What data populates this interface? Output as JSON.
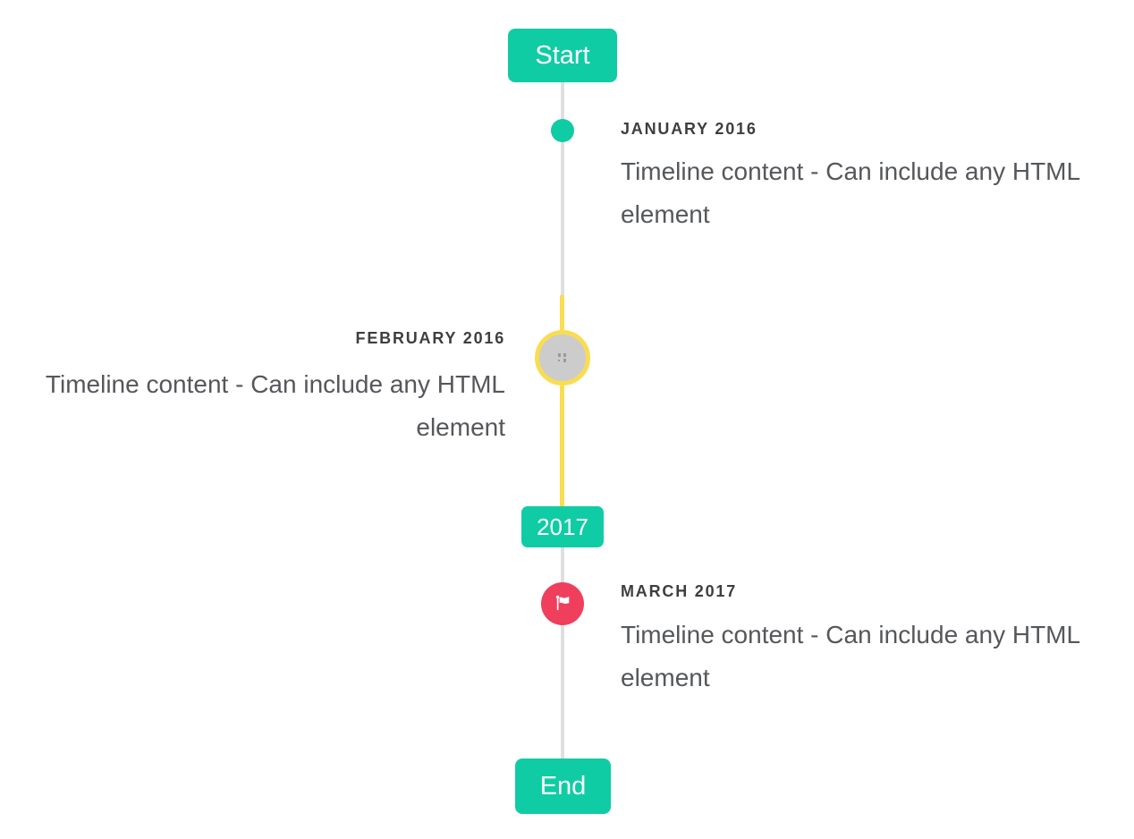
{
  "timeline": {
    "start_label": "Start",
    "end_label": "End",
    "year_badge_label": "2017",
    "colors": {
      "primary_teal": "#10cca5",
      "highlight_yellow": "#fadc51",
      "flag_red": "#f03e5d",
      "line_gray": "#dfdfdf",
      "image_marker_gray": "#cccccc",
      "heading_text": "#3d3e40",
      "content_text": "#55575b"
    },
    "entries": [
      {
        "heading": "JANUARY 2016",
        "content": "Timeline content - Can include any HTML element",
        "side": "right",
        "marker": "teal-dot"
      },
      {
        "heading": "FEBRUARY 2016",
        "content": "Timeline content - Can include any HTML element",
        "side": "left",
        "marker": "gray-image-circle-yellow-ring"
      },
      {
        "heading": "MARCH 2017",
        "content": "Timeline content - Can include any HTML element",
        "side": "right",
        "marker": "red-flag-circle"
      }
    ]
  }
}
